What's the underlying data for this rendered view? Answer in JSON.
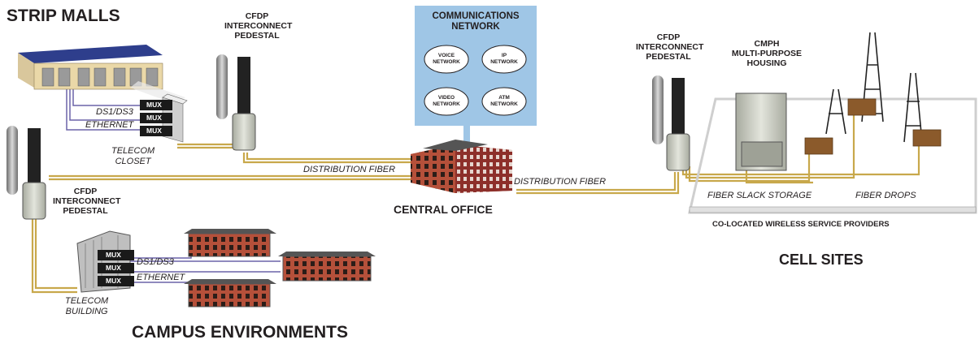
{
  "titles": {
    "strip_malls": "STRIP MALLS",
    "campus": "CAMPUS ENVIRONMENTS",
    "cell_sites": "CELL SITES",
    "central_office": "CENTRAL OFFICE"
  },
  "pedestals": {
    "label1": "CFDP",
    "label2": "INTERCONNECT",
    "label3": "PEDESTAL"
  },
  "cmph": {
    "line1": "CMPH",
    "line2": "MULTI-PURPOSE",
    "line3": "HOUSING"
  },
  "comm_network": {
    "line1": "COMMUNICATIONS",
    "line2": "NETWORK",
    "clouds": [
      {
        "l1": "VOICE",
        "l2": "NETWORK"
      },
      {
        "l1": "IP",
        "l2": "NETWORK"
      },
      {
        "l1": "VIDEO",
        "l2": "NETWORK"
      },
      {
        "l1": "ATM",
        "l2": "NETWORK"
      }
    ]
  },
  "links": {
    "ds": "DS1/DS3",
    "ethernet": "ETHERNET",
    "mux": "MUX",
    "distribution_fiber": "DISTRIBUTION FIBER",
    "fiber_slack": "FIBER SLACK STORAGE",
    "fiber_drops": "FIBER DROPS"
  },
  "places": {
    "telecom_closet_1": "TELECOM",
    "telecom_closet_2": "CLOSET",
    "telecom_building_1": "TELECOM",
    "telecom_building_2": "BUILDING",
    "co_located": "CO-LOCATED WIRELESS SERVICE PROVIDERS"
  },
  "colors": {
    "fiber": "#c8a84b",
    "copper_line": "#6b64a8",
    "network_box": "#9fc6e6",
    "brick": "#b5503a",
    "cabinet": "#d0d2c8",
    "hut": "#8b5a2b"
  }
}
